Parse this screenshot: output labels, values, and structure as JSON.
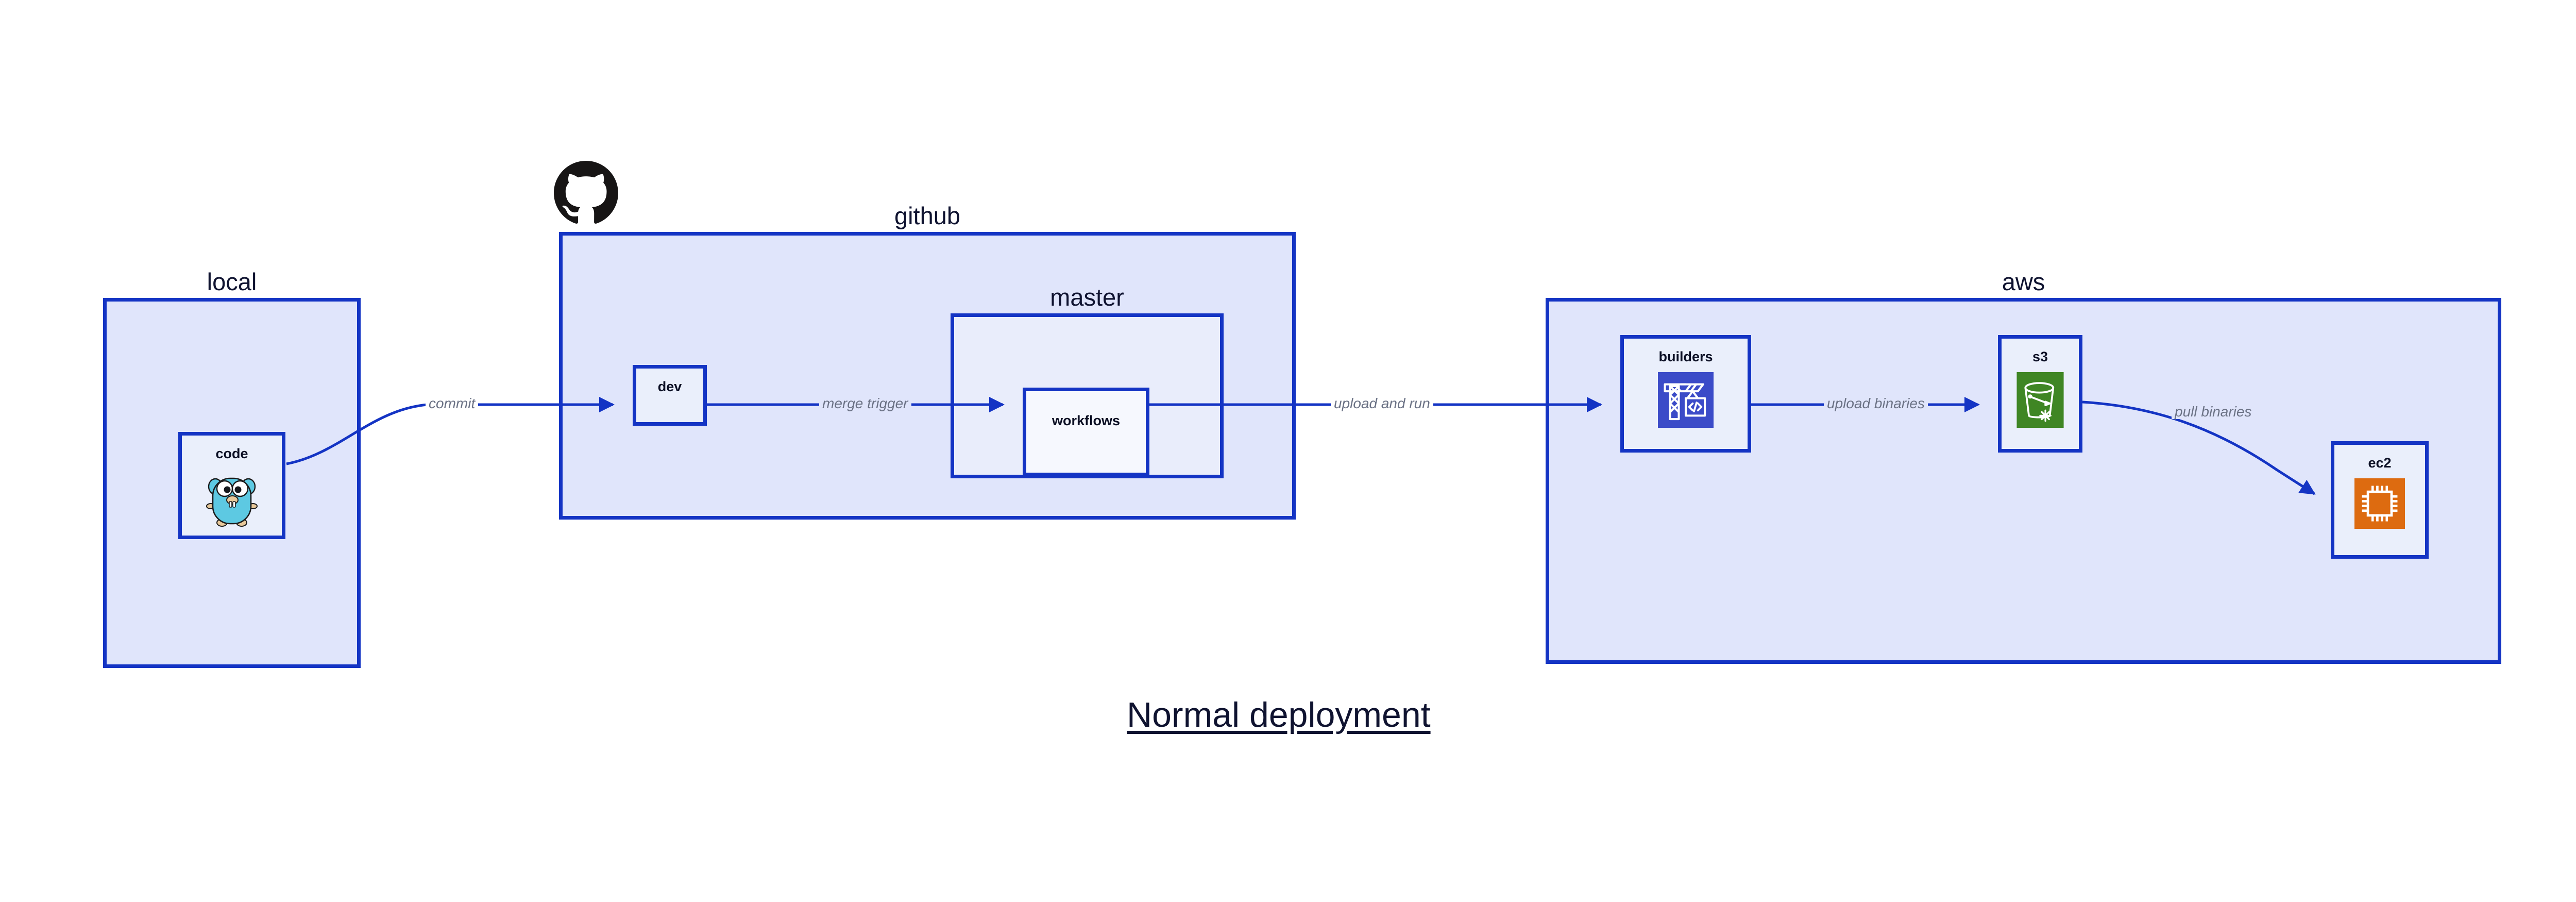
{
  "diagram": {
    "title": "Normal deployment",
    "accent_color": "#1434c4",
    "group_fill": "#e0e5fb",
    "group_fill_nested": "#e9edfb",
    "node_fill": "#eaeffb",
    "node_fill_inner": "#f6f8fe",
    "label_color": "#0f1330",
    "edge_label_color": "#6b7285"
  },
  "groups": [
    {
      "id": "local",
      "label": "local"
    },
    {
      "id": "github",
      "label": "github"
    },
    {
      "id": "master",
      "label": "master"
    },
    {
      "id": "aws",
      "label": "aws"
    }
  ],
  "nodes": [
    {
      "id": "code",
      "label": "code",
      "icon": "go-gopher-icon",
      "icon_color": "#5dc9e2"
    },
    {
      "id": "dev",
      "label": "dev",
      "icon": null,
      "icon_color": null
    },
    {
      "id": "workflows",
      "label": "workflows",
      "icon": null,
      "icon_color": null
    },
    {
      "id": "builders",
      "label": "builders",
      "icon": "aws-crane-icon",
      "icon_color": "#3b4bc8"
    },
    {
      "id": "s3",
      "label": "s3",
      "icon": "aws-s3-icon",
      "icon_color": "#3f8624"
    },
    {
      "id": "ec2",
      "label": "ec2",
      "icon": "aws-ec2-icon",
      "icon_color": "#dd6b10"
    }
  ],
  "edges": [
    {
      "id": "code-to-dev",
      "from": "code",
      "to": "dev",
      "label": "commit"
    },
    {
      "id": "dev-to-workflows",
      "from": "dev",
      "to": "workflows",
      "label": "merge trigger"
    },
    {
      "id": "workflows-to-builders",
      "from": "workflows",
      "to": "builders",
      "label": "upload and run"
    },
    {
      "id": "builders-to-s3",
      "from": "builders",
      "to": "s3",
      "label": "upload binaries"
    },
    {
      "id": "s3-to-ec2",
      "from": "s3",
      "to": "ec2",
      "label": "pull binaries"
    }
  ],
  "logos": [
    {
      "id": "github-logo",
      "name": "github-octocat-logo",
      "color": "#171515"
    }
  ]
}
